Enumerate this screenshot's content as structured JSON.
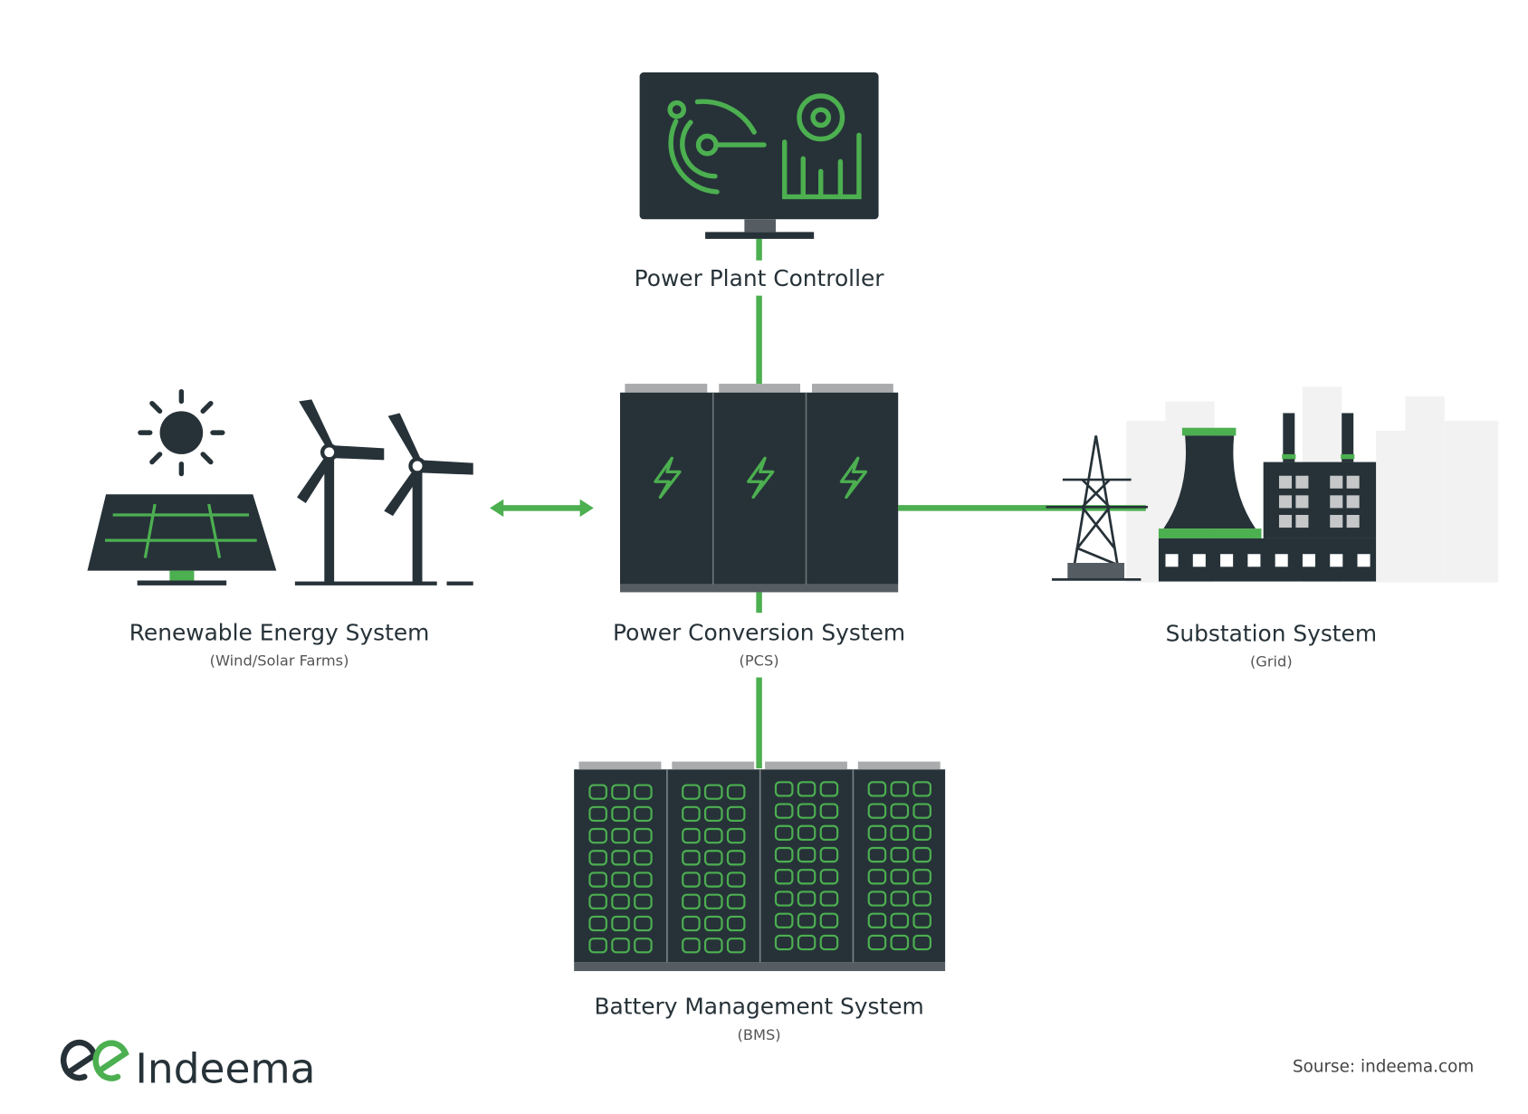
{
  "colors": {
    "dark": "#263238",
    "green": "#4caf50",
    "cap": "#a9abad",
    "base": "#555d63"
  },
  "controller": {
    "title": "Power Plant Controller"
  },
  "pcs": {
    "title": "Power Conversion System",
    "subtitle": "(PCS)"
  },
  "renewable": {
    "title": "Renewable Energy System",
    "subtitle": "(Wind/Solar Farms)"
  },
  "substation": {
    "title": "Substation System",
    "subtitle": "(Grid)"
  },
  "bms": {
    "title": "Battery Management System",
    "subtitle": "(BMS)"
  },
  "footer": {
    "logo_text": "Indeema",
    "source": "Sourse: indeema.com"
  }
}
